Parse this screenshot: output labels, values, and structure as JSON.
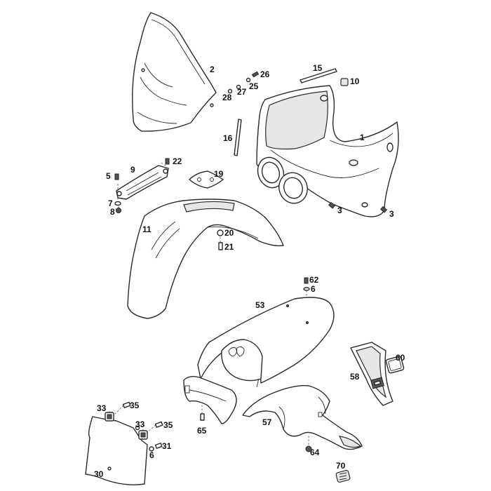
{
  "callouts": {
    "c1": "1",
    "c2": "2",
    "c3a": "3",
    "c3b": "3",
    "c5": "5",
    "c6a": "6",
    "c6b": "6",
    "c7": "7",
    "c8": "8",
    "c9": "9",
    "c10": "10",
    "c11": "11",
    "c15": "15",
    "c16": "16",
    "c19": "19",
    "c20": "20",
    "c21": "21",
    "c22": "22",
    "c25": "25",
    "c26": "26",
    "c27": "27",
    "c28": "28",
    "c30": "30",
    "c31": "31",
    "c33a": "33",
    "c33b": "33",
    "c35a": "35",
    "c35b": "35",
    "c53": "53",
    "c57": "57",
    "c58": "58",
    "c60": "60",
    "c62": "62",
    "c64": "64",
    "c65": "65",
    "c70": "70"
  }
}
